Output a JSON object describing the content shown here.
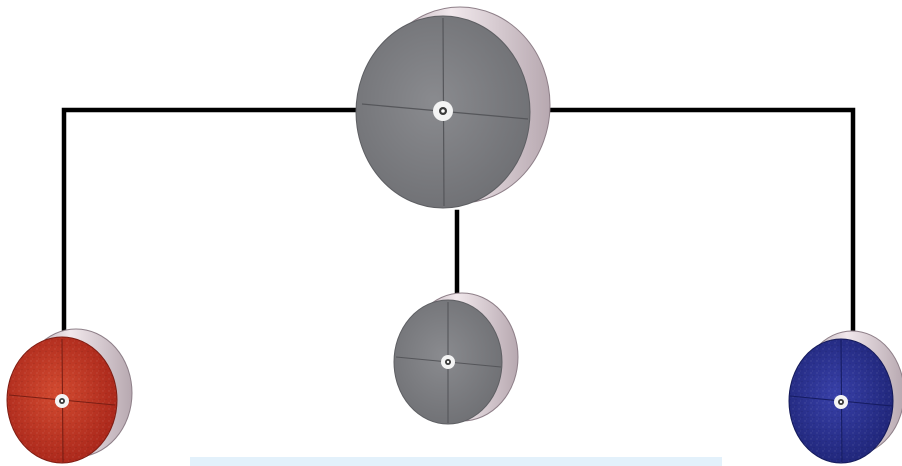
{
  "diagram": {
    "description_type": "wheel hierarchy",
    "connector_color": "#000000",
    "caption": "",
    "caption_background": "#e3f1fb",
    "wheels": [
      {
        "id": "top",
        "face_color": "#7f8084",
        "rim_color": "#d9c9cf",
        "texture": "smooth"
      },
      {
        "id": "middle",
        "face_color": "#858589",
        "rim_color": "#d9c9cf",
        "texture": "smooth"
      },
      {
        "id": "left",
        "face_color": "#c0311d",
        "rim_color": "#d9c9cf",
        "texture": "speckled"
      },
      {
        "id": "right",
        "face_color": "#2d3496",
        "rim_color": "#d9c9cf",
        "texture": "speckled"
      }
    ]
  }
}
